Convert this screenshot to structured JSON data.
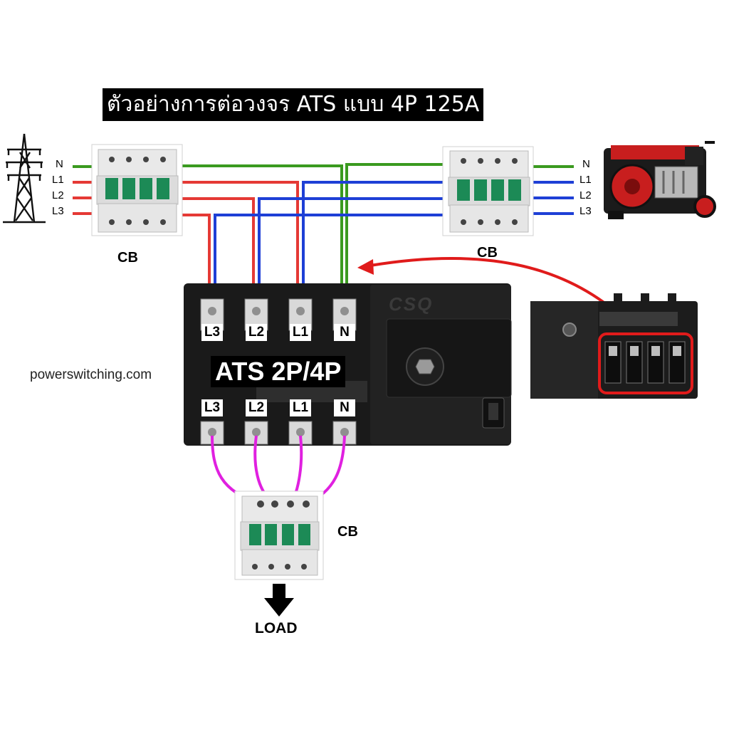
{
  "title": "ตัวอย่างการต่อวงจร ATS แบบ 4P 125A",
  "website": "powerswitching.com",
  "ats_label": "ATS 2P/4P",
  "load_label": "LOAD",
  "brand": "CSQ",
  "cb_label": "CB",
  "utility_lines": [
    "N",
    "L1",
    "L2",
    "L3"
  ],
  "generator_lines": [
    "N",
    "L1",
    "L2",
    "L3"
  ],
  "ats_top_terminals": [
    "L3",
    "L2",
    "L1",
    "N"
  ],
  "ats_bottom_terminals": [
    "L3",
    "L2",
    "L1",
    "N"
  ],
  "icons": [
    "transmission-tower-icon",
    "generator-icon",
    "down-arrow-icon"
  ],
  "colors": {
    "neutral": "#3a9a1f",
    "utility_phase": "#e53935",
    "generator_phase": "#1e3fd6",
    "load": "#e020e0",
    "callout": "#e01b1b"
  }
}
